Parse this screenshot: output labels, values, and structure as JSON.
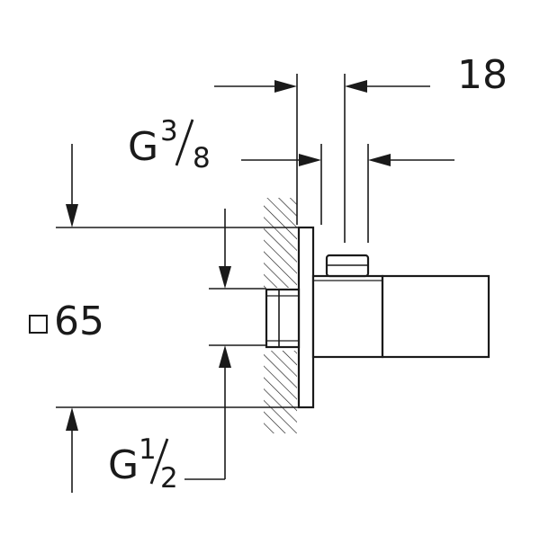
{
  "labels": {
    "dim_18": "18",
    "g38_prefix": "G",
    "g38_num": "3",
    "g38_den": "8",
    "sq65_value": "65",
    "g12_prefix": "G",
    "g12_num": "1",
    "g12_den": "2"
  },
  "colors": {
    "ink": "#1a1a1a",
    "background": "#ffffff"
  },
  "icons": {
    "square_symbol": "square-symbol-icon",
    "fraction_slash": "fraction-slash-icon",
    "arrow": "arrowhead-icon"
  }
}
